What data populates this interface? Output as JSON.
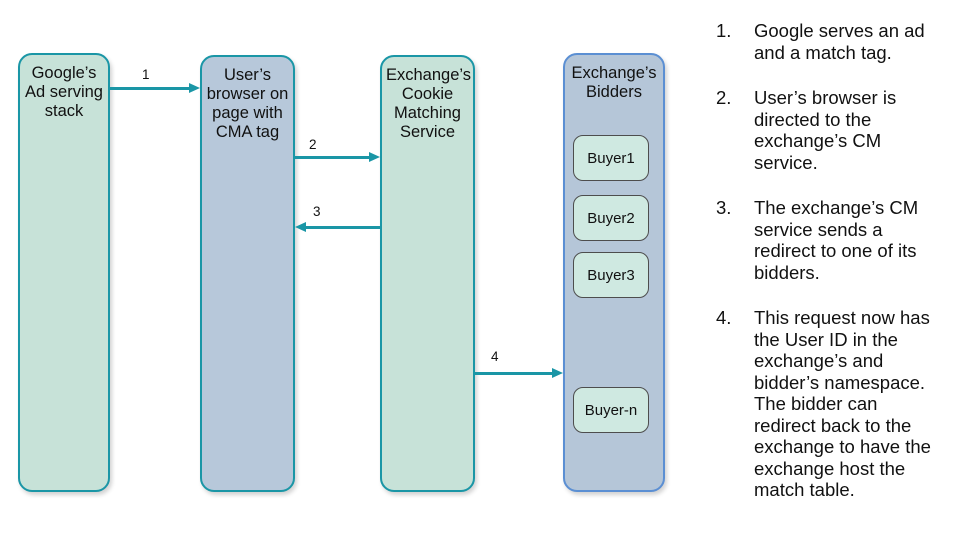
{
  "colors": {
    "teal_accent": "#1a96a6",
    "green_node_fill": "#c7e2d8",
    "blue_node_fill": "#b7c8da",
    "bidders_node_fill": "#b5c6d8",
    "bidders_border_blue": "#5b8fd3",
    "buyer_fill": "#cfe9e1",
    "buyer_border": "#4d4d4d",
    "text": "#111111"
  },
  "diagram": {
    "nodes": [
      {
        "label": "Google’s Ad serving stack"
      },
      {
        "label": "User’s browser on page with CMA tag"
      },
      {
        "label": "Exchange’s Cookie Matching Service"
      },
      {
        "label": "Exchange’s Bidders"
      }
    ],
    "buyers": [
      "Buyer1",
      "Buyer2",
      "Buyer3",
      "Buyer-n"
    ],
    "arrows": [
      {
        "num": "1"
      },
      {
        "num": "2"
      },
      {
        "num": "3"
      },
      {
        "num": "4"
      }
    ]
  },
  "notes": {
    "items": [
      {
        "num": "1.",
        "text": "Google serves an ad and a match tag."
      },
      {
        "num": "2.",
        "text": "User’s browser is directed to the exchange’s CM service."
      },
      {
        "num": "3.",
        "text": "The exchange’s CM service sends a redirect to one of its bidders."
      },
      {
        "num": "4.",
        "text": "This request now has the User ID in the exchange’s and bidder’s namespace. The bidder can redirect back to the exchange to have the exchange host the match table."
      }
    ]
  }
}
